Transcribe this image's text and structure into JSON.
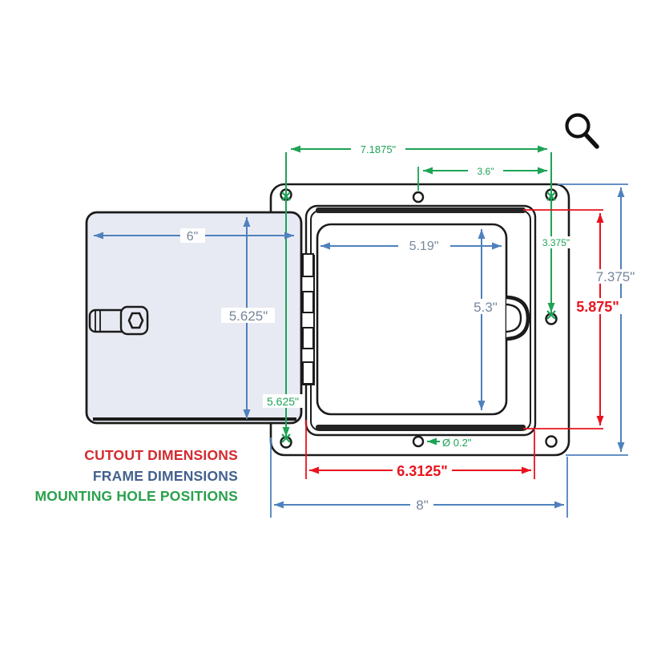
{
  "legend": {
    "cutout_label": "CUTOUT DIMENSIONS",
    "frame_label": "FRAME DIMENSIONS",
    "mounting_label": "MOUNTING HOLE POSITIONS"
  },
  "dimensions": {
    "mounting_top_width": "7.1875\"",
    "mounting_top_inner": "3.6\"",
    "mounting_left_height": "5.625\"",
    "mounting_right_spacing": "3.375\"",
    "mounting_hole_diameter": "Ø 0.2\"",
    "door_width": "6\"",
    "door_height": "5.625\"",
    "opening_width": "5.19\"",
    "opening_height": "5.3\"",
    "frame_overall_height": "7.375\"",
    "frame_overall_width": "8\"",
    "cutout_height": "5.875\"",
    "cutout_width": "6.3125\""
  },
  "colors": {
    "cutout_dimensions": "#e8131e",
    "frame_dimensions": "#4f81bd",
    "mounting_hole_positions": "#1ea355",
    "outline": "#1b1b1b"
  },
  "icons": {
    "zoom": "magnifier"
  }
}
